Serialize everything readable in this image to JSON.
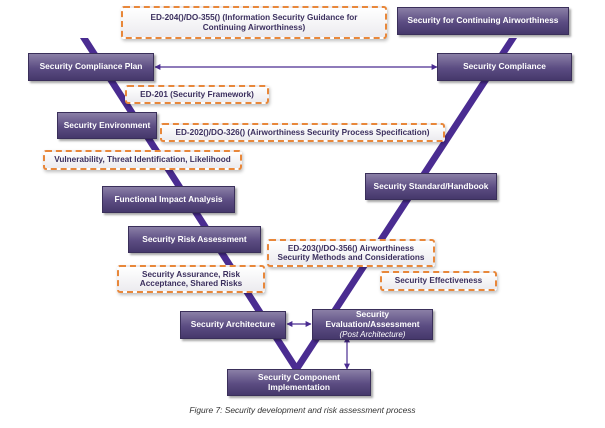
{
  "caption": "Figure 7: Security development and risk assessment process",
  "colors": {
    "purple_box": "#5b4c82",
    "orange_dash": "#e8873a",
    "v_line": "#4a2c91",
    "text_dark": "#3b2f5e"
  },
  "purple_boxes": {
    "continuing_airworthiness": "Security for Continuing Airworthiness",
    "compliance_plan": "Security Compliance Plan",
    "compliance": "Security Compliance",
    "environment": "Security Environment",
    "functional_impact": "Functional Impact Analysis",
    "standard_handbook": "Security Standard/Handbook",
    "risk_assessment": "Security Risk Assessment",
    "architecture": "Security Architecture",
    "evaluation": "Security Evaluation/Assessment",
    "evaluation_sub": "(Post Architecture)",
    "implementation_l1": "Security Component",
    "implementation_l2": "Implementation"
  },
  "orange_boxes": {
    "ed204_l1": "ED-204()/DO-355() (Information Security Guidance for",
    "ed204_l2": "Continuing Airworthiness)",
    "ed201": "ED-201 (Security Framework)",
    "ed202": "ED-202()/DO-326() (Airworthiness Security Process Specification)",
    "vulnerability": "Vulnerability, Threat Identification, Likelihood",
    "ed203_l1": "ED-203()/DO-356() Airworthiness",
    "ed203_l2": "Security Methods and Considerations",
    "effectiveness": "Security Effectiveness",
    "assurance_l1": "Security Assurance, Risk",
    "assurance_l2": "Acceptance, Shared Risks"
  }
}
